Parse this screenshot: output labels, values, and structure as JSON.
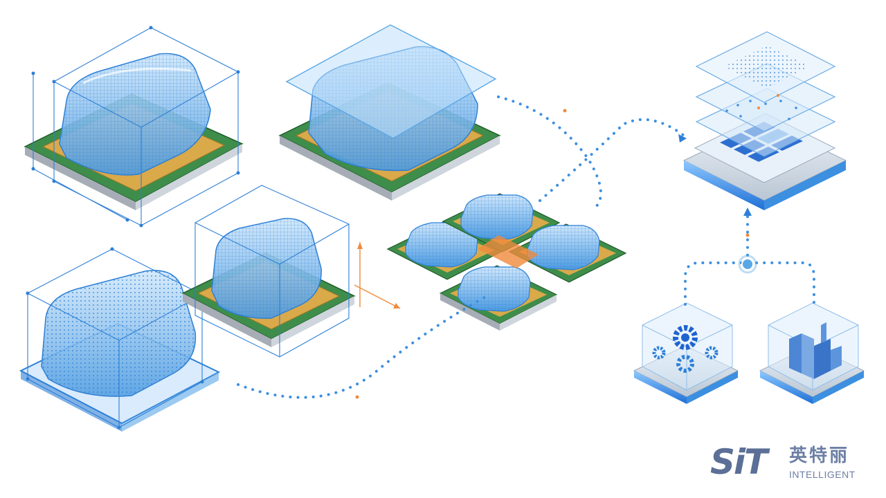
{
  "logo": {
    "brand": "SiT",
    "chinese_name": "英特丽",
    "english_name": "INTELLIGENT"
  },
  "icons": [
    "gears-icon",
    "factory-icon",
    "pixel-grid-icon"
  ],
  "colors": {
    "glass_blue": "#5aa7e6",
    "grid_blue": "#2d7fd6",
    "pcb_green": "#2e7d3a",
    "pad_gold": "#c9a24a",
    "accent_orange": "#f08a3c",
    "dot_blue": "#3d8fe0"
  }
}
